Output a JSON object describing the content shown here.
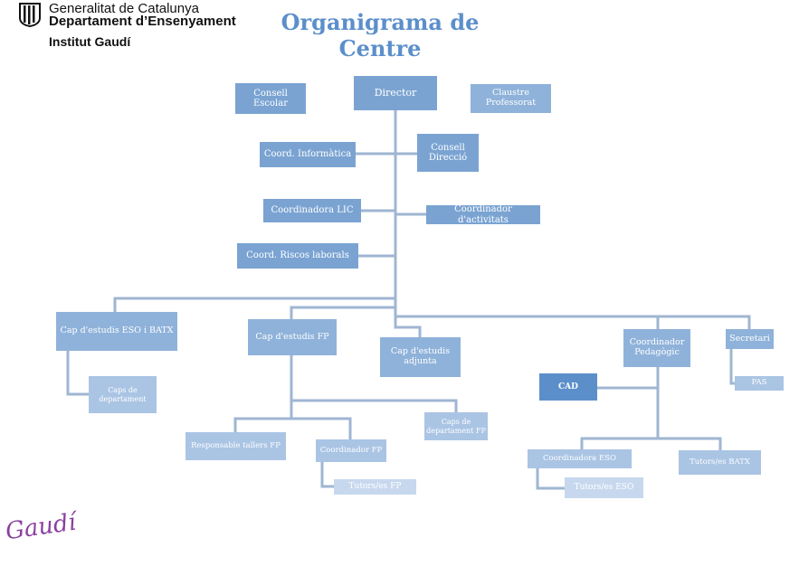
{
  "header": {
    "org_line1": "Generalitat de Catalunya",
    "org_line2": "Departament d’Ensenyament",
    "school": "Institut Gaudí"
  },
  "title": "Organigrama de Centre",
  "nodes": {
    "consell_escolar": "Consell  Escolar",
    "director": "Director",
    "claustre": "Claustre Professorat",
    "coord_informatica": "Coord. Informàtica",
    "consell_direccio": "Consell Direcció",
    "coordinadora_lic": "Coordinadora LIC",
    "coordinador_activitats": "Coordinador d'activitats",
    "coord_riscos": "Coord. Riscos laborals",
    "cap_eso_batx": "Cap d'estudis ESO i BATX",
    "cap_fp": "Cap d'estudis FP",
    "cap_adjunta": "Cap d'estudis adjunta",
    "coord_pedagogic": "Coordinador Pedagògic",
    "secretari": "Secretari",
    "caps_departament": "Caps de departament",
    "cad": "CAD",
    "pas": "PAS",
    "caps_departament_fp": "Caps de departament FP",
    "responsable_tallers": "Responsable tallers FP",
    "coordinador_fp": "Coordinador FP",
    "tutors_fp": "Tutors/es FP",
    "coordinadora_eso": "Coordinadora ESO",
    "tutors_batx": "Tutors/es BATX",
    "tutors_eso": "Tutors/es ESO"
  },
  "footer_logo": "Gaudí",
  "colors": {
    "title": "#5b8fcb",
    "line": "#9fb6d2",
    "logo": "#8a3fa0"
  }
}
